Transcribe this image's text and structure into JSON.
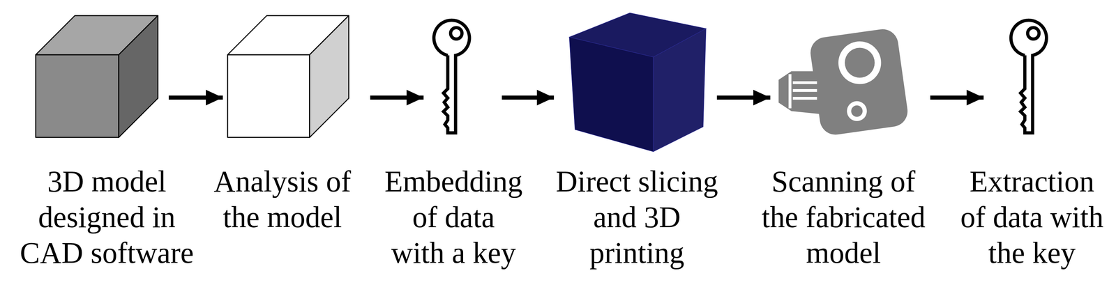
{
  "diagram": {
    "nodes": [
      {
        "text": [
          "3D model designed in CAD software"
        ]
      },
      {
        "text": [
          "Analysis of the model"
        ]
      },
      {
        "text": [
          "Embedding of data with a key"
        ]
      },
      {
        "text": [
          "Direct slicing and 3D printing"
        ]
      },
      {
        "text": [
          "Scanning of the fabricated model"
        ]
      },
      {
        "text": [
          "Extraction of data with the key"
        ]
      }
    ],
    "edges": [
      {
        "from": 0,
        "to": 1,
        "arrow": "to"
      },
      {
        "from": 1,
        "to": 2,
        "arrow": "to"
      },
      {
        "from": 2,
        "to": 3,
        "arrow": "to"
      },
      {
        "from": 3,
        "to": 4,
        "arrow": "to"
      },
      {
        "from": 4,
        "to": 5,
        "arrow": "to"
      }
    ]
  }
}
